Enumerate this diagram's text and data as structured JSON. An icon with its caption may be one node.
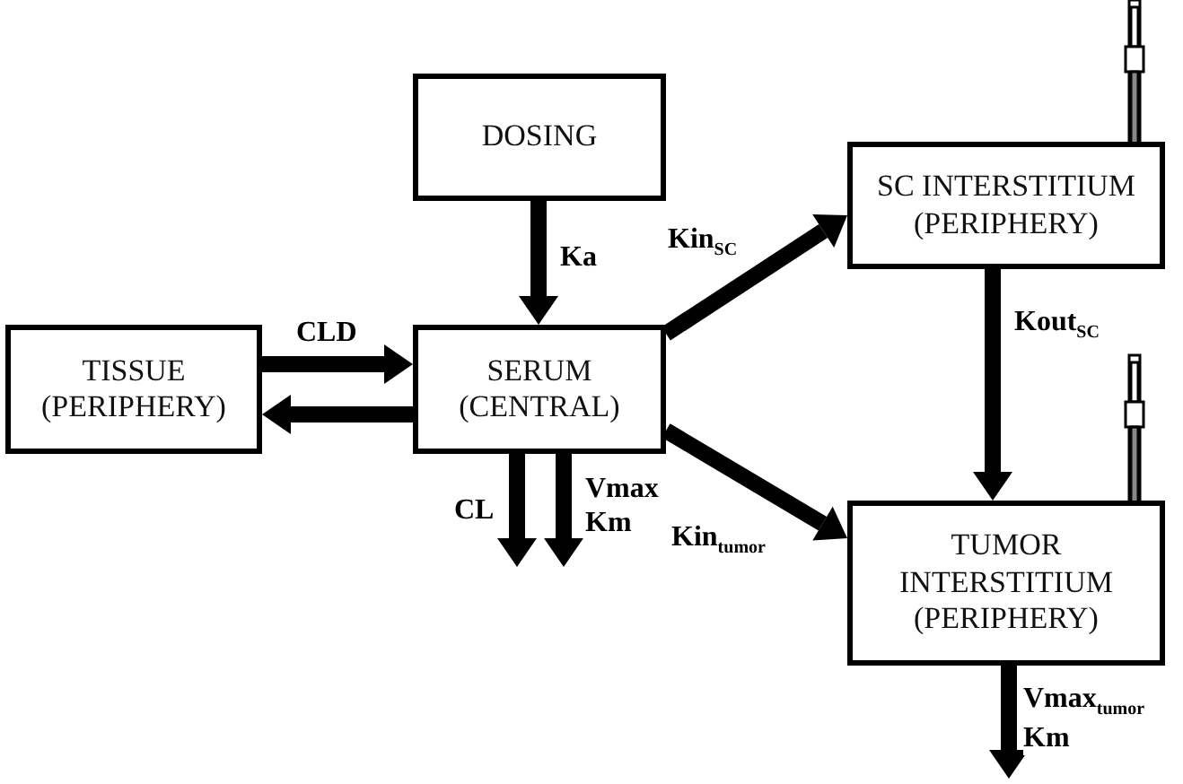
{
  "diagram": {
    "nodes": [
      {
        "text": [
          "DOSING"
        ]
      },
      {
        "text": [
          "TISSUE (PERIPHERY)"
        ]
      },
      {
        "text": [
          "SERUM (CENTRAL)"
        ]
      },
      {
        "text": [
          "SC INTERSTITIUM (PERIPHERY)"
        ]
      },
      {
        "text": [
          "TUMOR INTERSTITIUM (PERIPHERY)"
        ]
      }
    ],
    "edges": [
      {
        "from": 0,
        "to": 2,
        "arrow": "to",
        "label": "Ka"
      },
      {
        "from": 1,
        "to": 2,
        "arrow": "to",
        "label": "CLD"
      },
      {
        "from": 2,
        "to": 1,
        "arrow": "to"
      },
      {
        "from": 2,
        "to": 3,
        "arrow": "to",
        "label": "Kin$_{SC}$"
      },
      {
        "from": 3,
        "to": 4,
        "arrow": "to",
        "label": "Kout$_{SC}$"
      },
      {
        "from": 2,
        "to": null,
        "arrow": "to",
        "label": "CL"
      },
      {
        "from": 2,
        "to": null,
        "arrow": "to",
        "label": "Vmax Km"
      },
      {
        "from": 2,
        "to": 4,
        "arrow": "to",
        "label": "Kin$_{tumor}$"
      },
      {
        "from": 4,
        "to": null,
        "arrow": "to",
        "label": "Vmax$_{tumor}$ Km"
      }
    ]
  }
}
